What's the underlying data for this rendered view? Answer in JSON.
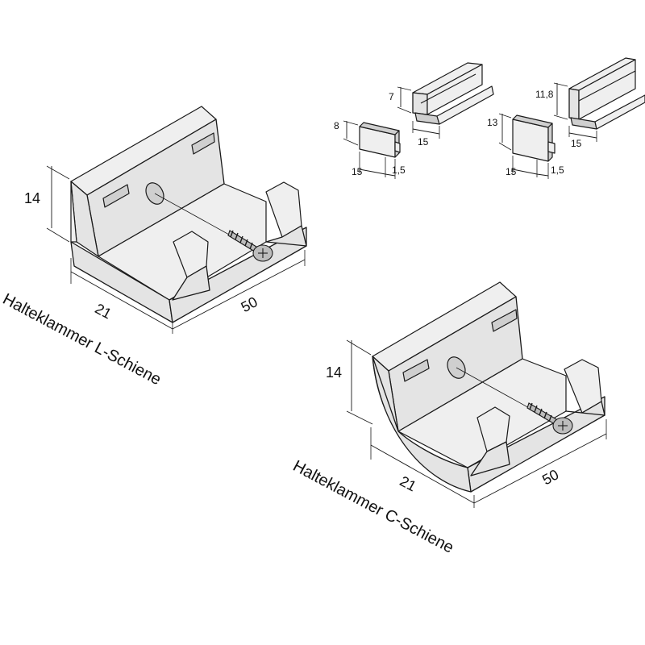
{
  "clip_l": {
    "caption": "Halteklammer L-Schiene",
    "dim_height": "14",
    "dim_width": "21",
    "dim_length": "50"
  },
  "clip_c": {
    "caption": "Halteklammer C-Schiene",
    "dim_height": "14",
    "dim_width": "21",
    "dim_length": "50"
  },
  "endcap_l": {
    "dim_height": "8",
    "dim_width": "15",
    "dim_depth": "1,5"
  },
  "endcap_c": {
    "dim_height": "13",
    "dim_width": "15",
    "dim_depth": "1,5"
  },
  "rail_l": {
    "dim_height": "7",
    "dim_width": "15"
  },
  "rail_c": {
    "dim_height": "11,8",
    "dim_width": "15"
  }
}
